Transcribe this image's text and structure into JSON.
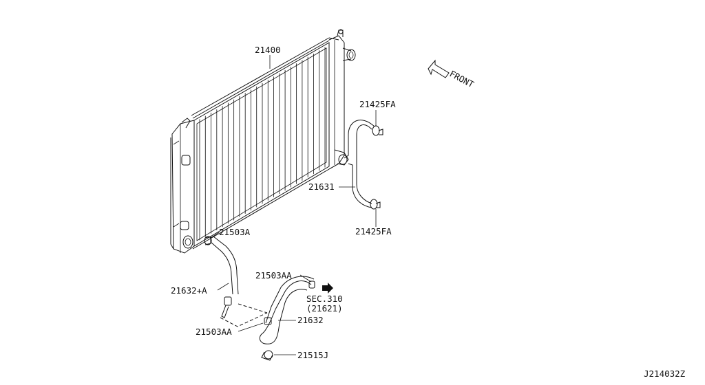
{
  "parts": {
    "radiator": "21400",
    "upper_clamp": "21425FA",
    "upper_hose": "21631",
    "lower_clamp": "21425FA",
    "drain_clamp": "21503A",
    "drain_hose": "21632+A",
    "hose_clamp_left": "21503AA",
    "hose_clamp_top": "21503AA",
    "return_hose": "21632",
    "clip": "21515J"
  },
  "section_ref": {
    "line1": "SEC.310",
    "line2": "(21621)"
  },
  "direction": {
    "label": "FRONT"
  },
  "diagram_code": "J214032Z"
}
